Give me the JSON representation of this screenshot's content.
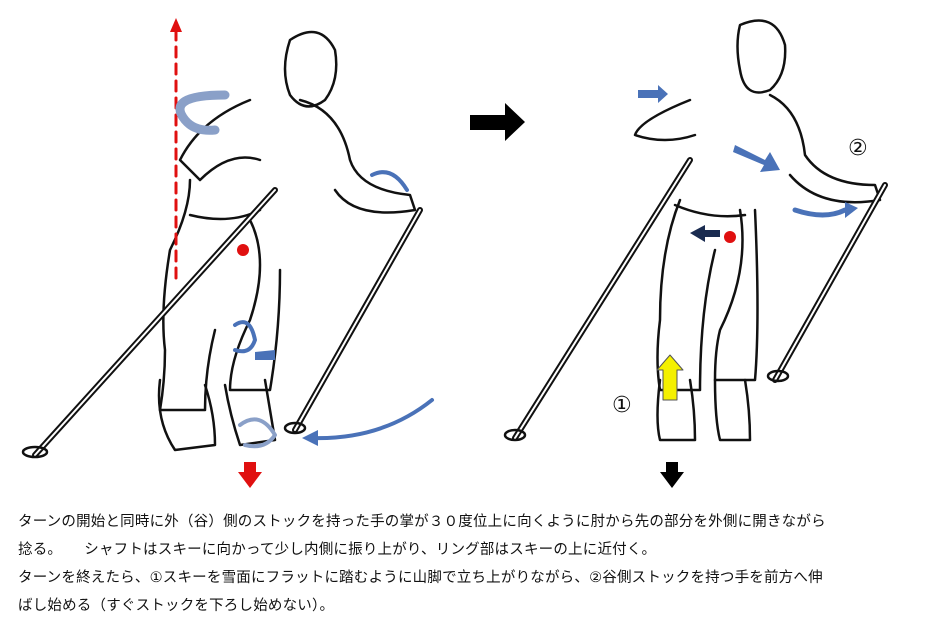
{
  "figure": {
    "label_1": "①",
    "label_2": "②",
    "colors": {
      "blue_arrow": "#4a72b8",
      "red": "#e01010",
      "yellow": "#f4f000",
      "black": "#000000"
    }
  },
  "caption": {
    "line1": "ターンの開始と同時に外（谷）側のストックを持った手の掌が３０度位上に向くように肘から先の部分を外側に開きながら",
    "line2": "捻る。　　シャフトはスキーに向かって少し内側に振り上がり、リング部はスキーの上に近付く。",
    "line3": "ターンを終えたら、①スキーを雪面にフラットに踏むように山脚で立ち上がりながら、②谷側ストックを持つ手を前方へ伸",
    "line4": "ばし始める（すぐストックを下ろし始めない）。"
  }
}
